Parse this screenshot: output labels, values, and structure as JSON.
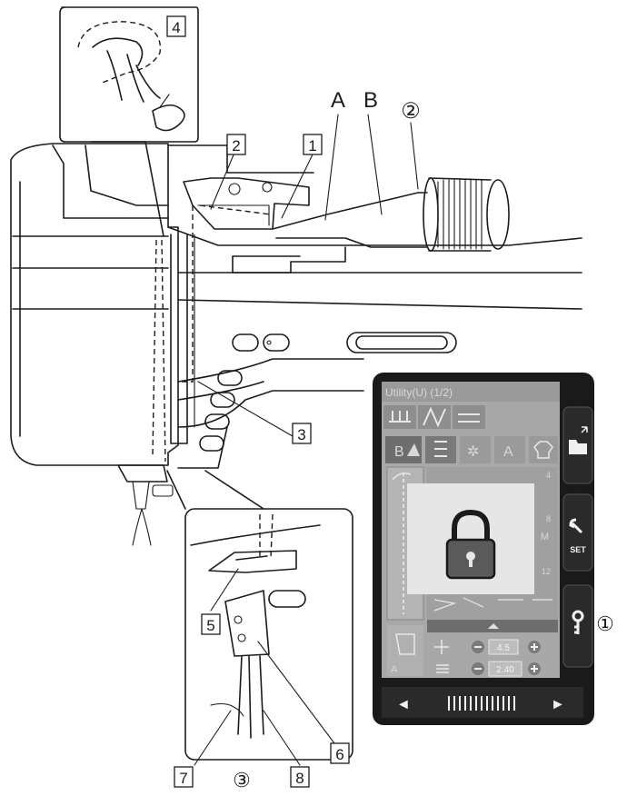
{
  "labels": {
    "step_boxes": [
      "1",
      "2",
      "3",
      "4",
      "5",
      "6",
      "7",
      "8"
    ],
    "letters": [
      "A",
      "B"
    ],
    "circled": [
      "①",
      "②",
      "③"
    ]
  },
  "screen": {
    "title": "Utility(U) (1/2)",
    "mode_tab": "B",
    "letter_tab": "A",
    "pattern_numbers": [
      "4",
      "8",
      "12"
    ],
    "pattern_M": "M",
    "foot_code": "A",
    "width_value": "4.5",
    "length_value": "2.40",
    "set_label": "SET",
    "nav_left": "◄",
    "nav_right": "►",
    "lock_overlay": "lock-icon",
    "colors": {
      "frame": "#1a1a1a",
      "panel": "#a8a8a8",
      "overlay": "#e6e6e6",
      "bar": "#6e6e6e"
    }
  }
}
